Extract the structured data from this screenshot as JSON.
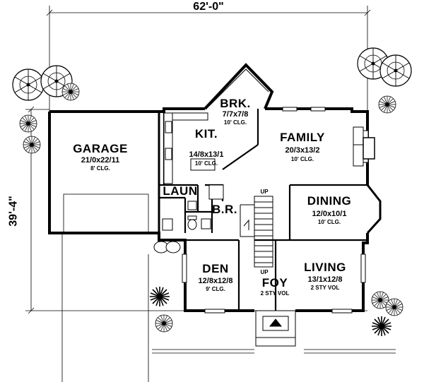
{
  "dimensions": {
    "width": "62'-0\"",
    "depth": "39'-4\""
  },
  "rooms": {
    "garage": {
      "name": "GARAGE",
      "size": "21/0x22/11",
      "ceiling": "8' CLG."
    },
    "brk": {
      "name": "BRK.",
      "size": "7/7x7/8",
      "ceiling": "10' CLG."
    },
    "kit": {
      "name": "KIT.",
      "size": "14/8x13/1",
      "ceiling": "10' CLG."
    },
    "family": {
      "name": "FAMILY",
      "size": "20/3x13/2",
      "ceiling": "10' CLG."
    },
    "laun": {
      "name": "LAUN"
    },
    "br": {
      "name": "B.R."
    },
    "dining": {
      "name": "DINING",
      "size": "12/0x10/1",
      "ceiling": "10' CLG."
    },
    "den": {
      "name": "DEN",
      "size": "12/8x12/8",
      "ceiling": "9' CLG."
    },
    "foy": {
      "name": "FOY",
      "ceiling": "2 STY VOL"
    },
    "living": {
      "name": "LIVING",
      "size": "13/1x12/8",
      "ceiling": "2 STY VOL"
    }
  },
  "stairs": {
    "up_label": "UP"
  }
}
